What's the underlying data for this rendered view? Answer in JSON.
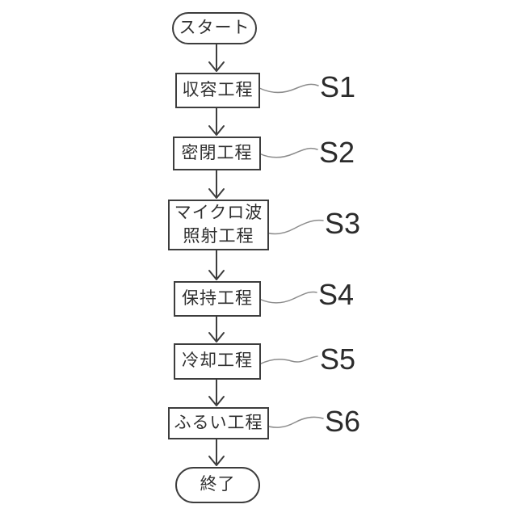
{
  "figure": {
    "type": "flowchart",
    "direction": "top-to-bottom",
    "background": "#ffffff"
  },
  "colors": {
    "outline": "#3d3d3d",
    "text": "#2f2f2f",
    "step_label_text": "#2b2b2b",
    "leader_line": "#8c8c8c",
    "background": "#ffffff"
  },
  "nodes": [
    {
      "id": "start",
      "shape": "terminal",
      "label": "スタート"
    },
    {
      "id": "step1",
      "shape": "process",
      "label": "収容工程",
      "step": "S1"
    },
    {
      "id": "step2",
      "shape": "process",
      "label": "密閉工程",
      "step": "S2"
    },
    {
      "id": "step3",
      "shape": "process",
      "label": "マイクロ波\n照射工程",
      "step": "S3"
    },
    {
      "id": "step4",
      "shape": "process",
      "label": "保持工程",
      "step": "S4"
    },
    {
      "id": "step5",
      "shape": "process",
      "label": "冷却工程",
      "step": "S5"
    },
    {
      "id": "step6",
      "shape": "process",
      "label": "ふるい工程",
      "step": "S6"
    },
    {
      "id": "end",
      "shape": "terminal",
      "label": "終了"
    }
  ],
  "edges": [
    {
      "from": "start",
      "to": "step1"
    },
    {
      "from": "step1",
      "to": "step2"
    },
    {
      "from": "step2",
      "to": "step3"
    },
    {
      "from": "step3",
      "to": "step4"
    },
    {
      "from": "step4",
      "to": "step5"
    },
    {
      "from": "step5",
      "to": "step6"
    },
    {
      "from": "step6",
      "to": "end"
    }
  ]
}
